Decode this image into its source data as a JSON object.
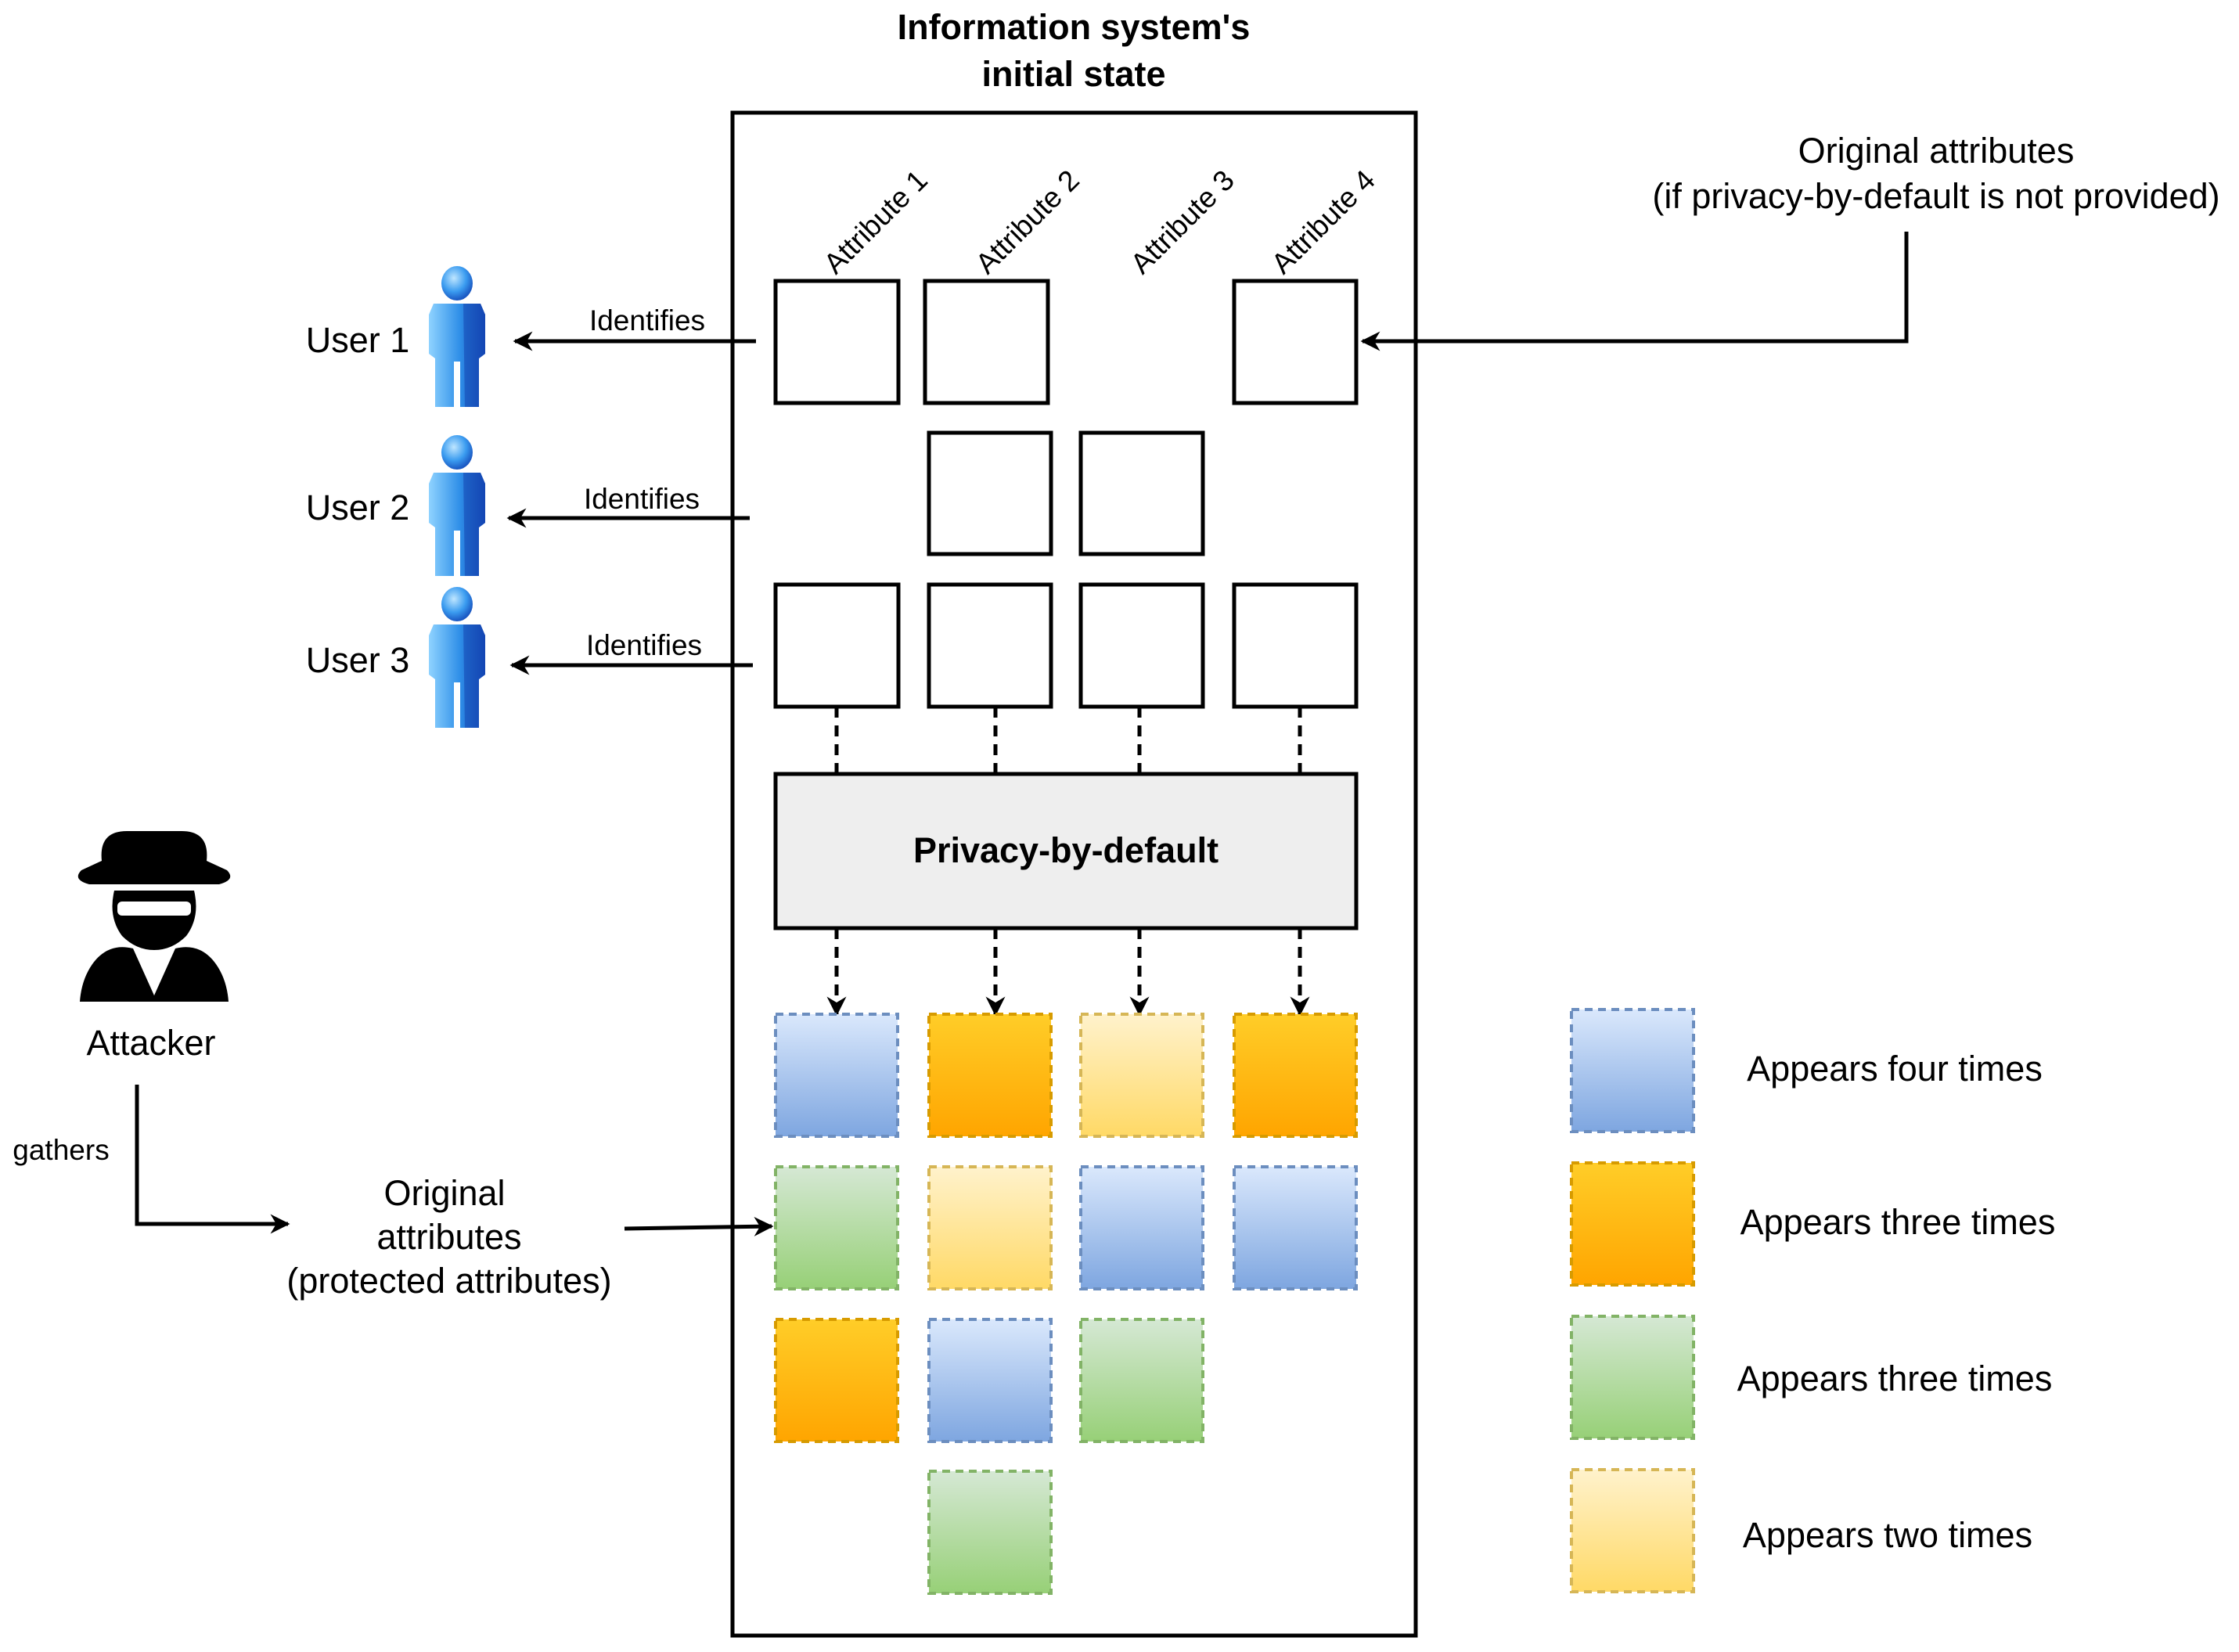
{
  "system": {
    "title_line1": "Information system's",
    "title_line2": "initial state",
    "attributes": [
      "Attribute 1",
      "Attribute 2",
      "Attribute 3",
      "Attribute 4"
    ],
    "privacy_label": "Privacy-by-default"
  },
  "users": [
    {
      "label": "User 1",
      "edge_label": "Identifies"
    },
    {
      "label": "User 2",
      "edge_label": "Identifies"
    },
    {
      "label": "User 3",
      "edge_label": "Identifies"
    }
  ],
  "original_attributes_note": {
    "line1": "Original attributes",
    "line2": "(if privacy-by-default is not provided)"
  },
  "attacker": {
    "label": "Attacker",
    "edge_label": "gathers",
    "target_line1": "Original",
    "target_line2": "attributes",
    "target_line3": "(protected attributes)"
  },
  "legend": [
    {
      "label": "Appears four times",
      "color": "blue"
    },
    {
      "label": "Appears three times",
      "color": "orange"
    },
    {
      "label": "Appears three times",
      "color": "green"
    },
    {
      "label": "Appears two times",
      "color": "yellow"
    }
  ],
  "protected_grid": [
    [
      "blue",
      "orange",
      "yellow",
      "orange"
    ],
    [
      "green",
      "yellow",
      "blue",
      "blue"
    ],
    [
      "orange",
      "blue",
      "green",
      null
    ],
    [
      null,
      "green",
      null,
      null
    ]
  ],
  "colors": {
    "blue": {
      "top": "#dae8fc",
      "bottom": "#7ea6e0",
      "stroke": "#6c8ebf"
    },
    "orange": {
      "top": "#ffcd28",
      "bottom": "#ffa500",
      "stroke": "#d79b00"
    },
    "green": {
      "top": "#d5e8d4",
      "bottom": "#97d077",
      "stroke": "#82b366"
    },
    "yellow": {
      "top": "#fff2cc",
      "bottom": "#ffd966",
      "stroke": "#d6b656"
    }
  }
}
